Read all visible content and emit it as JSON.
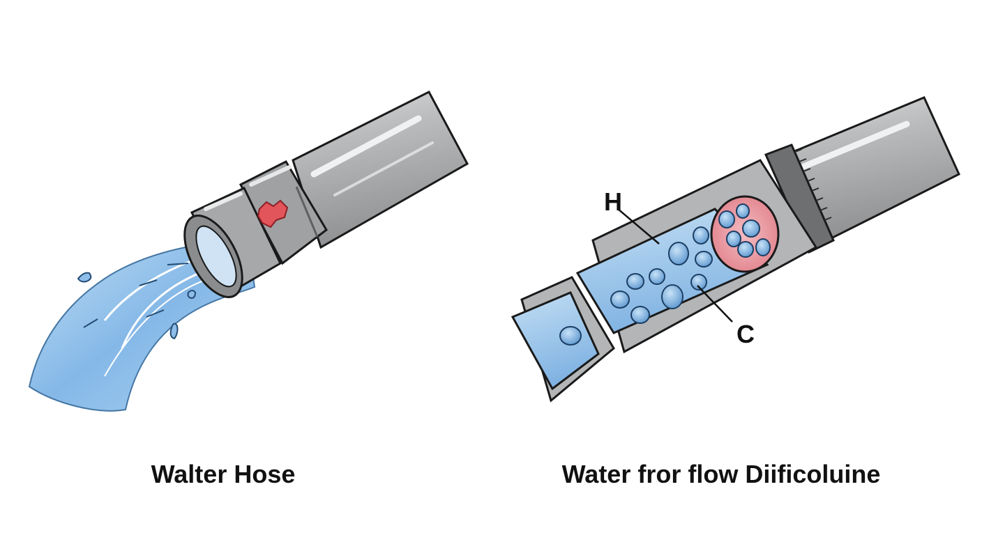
{
  "panels": {
    "left": {
      "caption": "Walter Hose"
    },
    "right": {
      "caption": "Water fror flow Diificoluine",
      "label_h": "H",
      "label_c": "C"
    }
  },
  "colors": {
    "hose_gray": "#a9abad",
    "outline": "#1a1a1a",
    "water_blue": "#8dbde8",
    "inner_blue": "#9cc6ea",
    "leak_red": "#e2555a",
    "plaque_pink": "#ec9aa2",
    "cell_blue": "#6aa3d8"
  }
}
